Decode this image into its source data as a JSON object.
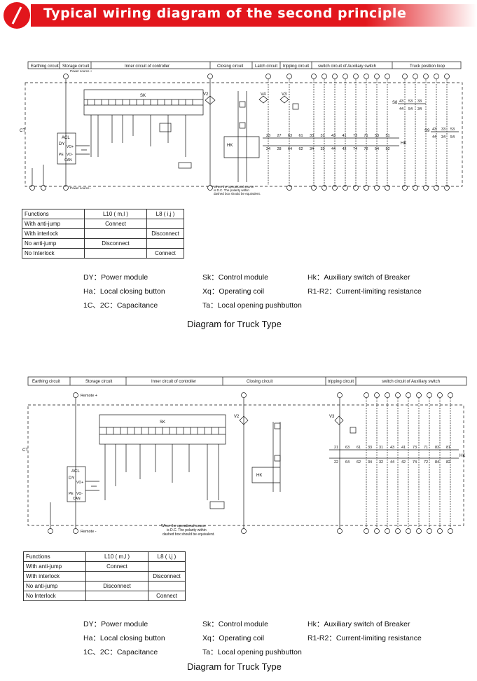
{
  "header": {
    "title": "Typical wiring diagram of the second principle"
  },
  "diagrams": [
    {
      "sections": [
        "Earthing circuit",
        "Storage circuit",
        "Inner circuit of controller",
        "Closing circuit",
        "Latch circuit",
        "tripping circuit",
        "switch circuit of Auxiliary switch",
        "Truck position loop"
      ],
      "sk_label": "SK",
      "labels": {
        "remote_plus": "Power source +",
        "remote_minus": "Power source -",
        "ct": "CT",
        "acl": "ACL",
        "dy": "DY",
        "vo_plus": "VO+",
        "vo_minus": "VO-",
        "pe": "PE",
        "can": "CAN",
        "v2": "V2",
        "v4": "V4",
        "v3": "V3",
        "hk": "HK",
        "s8": "S8",
        "s9": "S9",
        "note": [
          "When the operational source",
          "is D.C. The polarity within",
          "dashed box should be equivalent."
        ]
      },
      "hk_top": [
        "23",
        "27",
        "63",
        "61",
        "33",
        "31",
        "43",
        "41",
        "73",
        "71",
        "53",
        "51"
      ],
      "hk_bottom": [
        "24",
        "28",
        "64",
        "62",
        "34",
        "32",
        "44",
        "42",
        "74",
        "72",
        "54",
        "52"
      ],
      "s8_top": [
        "43",
        "53",
        "33"
      ],
      "s8_bottom": [
        "44",
        "54",
        "34"
      ],
      "s9_top": [
        "43",
        "33",
        "53"
      ],
      "s9_bottom": [
        "44",
        "34",
        "54"
      ]
    },
    {
      "sections": [
        "Earthing circuit",
        "Storage circuit",
        "Inner circuit of controller",
        "Closing circuit",
        "tripping circuit",
        "switch circuit of Auxiliary switch"
      ],
      "sk_label": "SK",
      "labels": {
        "remote_plus": "Remote +",
        "remote_minus": "Remote -",
        "ct": "CT",
        "acl": "ACL",
        "dy": "DY",
        "vo_plus": "VO+",
        "vo_minus": "VO-",
        "pe": "PE",
        "can": "CAN",
        "v2": "V2",
        "v3": "V3",
        "hk": "HK",
        "note": [
          "When the operational source",
          "is D.C.  The polarity within",
          "dashed box should be equivalent."
        ]
      },
      "hk_top": [
        "21",
        "63",
        "61",
        "33",
        "31",
        "43",
        "41",
        "73",
        "71",
        "83",
        "81"
      ],
      "hk_bottom": [
        "22",
        "64",
        "62",
        "34",
        "32",
        "44",
        "42",
        "74",
        "72",
        "84",
        "82"
      ]
    }
  ],
  "function_table": {
    "headers": [
      "Functions",
      "L10 ( m,l )",
      "L8 ( i,j )"
    ],
    "rows": [
      [
        "With anti-jump",
        "Connect",
        ""
      ],
      [
        "With interlock",
        "",
        "Disconnect"
      ],
      [
        "No anti-jump",
        "Disconnect",
        ""
      ],
      [
        "No Interlock",
        "",
        "Connect"
      ]
    ]
  },
  "legend": [
    [
      "DY：Power module",
      "Sk：Control module",
      "Hk：Auxiliary switch of Breaker"
    ],
    [
      "Ha：Local closing button",
      "Xq：Operating coil",
      "R1-R2：Current-limiting resistance"
    ],
    [
      "1C、2C：Capacitance",
      "Ta：Local opening pushbutton",
      ""
    ]
  ],
  "caption": "Diagram for Truck Type",
  "colors": {
    "banner_red": "#e2161c",
    "line": "#111111"
  }
}
